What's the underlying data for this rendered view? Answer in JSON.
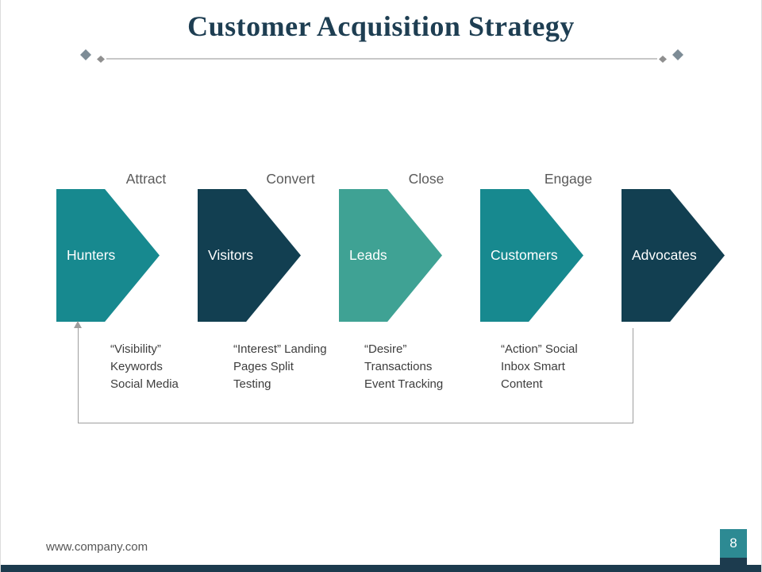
{
  "title": "Customer Acquisition Strategy",
  "phase_labels": [
    "Attract",
    "Convert",
    "Close",
    "Engage"
  ],
  "arrows": [
    {
      "label": "Hunters",
      "color": "#17898F"
    },
    {
      "label": "Visitors",
      "color": "#123F51"
    },
    {
      "label": "Leads",
      "color": "#3FA294"
    },
    {
      "label": "Customers",
      "color": "#17898F"
    },
    {
      "label": "Advocates",
      "color": "#123F51"
    }
  ],
  "notes": [
    "“Visibility”\nKeywords\nSocial Media",
    "“Interest” Landing\nPages Split\nTesting",
    "“Desire”\nTransactions\nEvent Tracking",
    "“Action” Social\nInbox Smart\nContent"
  ],
  "footer": {
    "website": "www.company.com",
    "page_number": "8"
  },
  "colors": {
    "accent_teal": "#2D8A93",
    "accent_navy": "#1C3B4E",
    "loop_line": "#9E9E9E",
    "title_text": "#1E3E52"
  }
}
